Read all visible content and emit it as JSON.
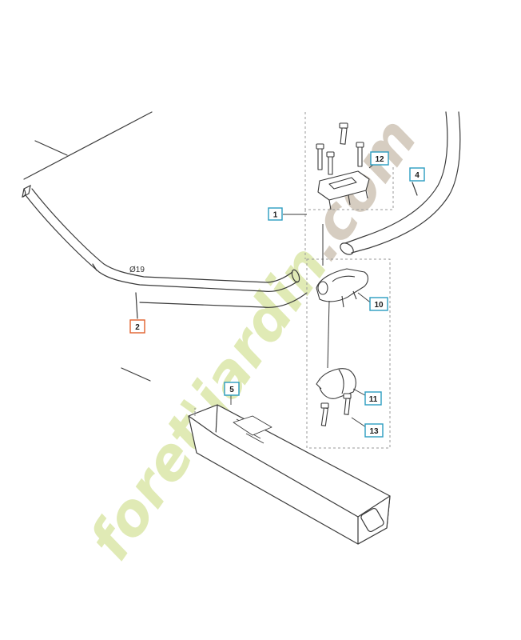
{
  "callouts": [
    {
      "id": "1",
      "label": "1",
      "style": "blue"
    },
    {
      "id": "2",
      "label": "2",
      "style": "red"
    },
    {
      "id": "4",
      "label": "4",
      "style": "blue"
    },
    {
      "id": "5",
      "label": "5",
      "style": "blue"
    },
    {
      "id": "10",
      "label": "10",
      "style": "blue"
    },
    {
      "id": "11",
      "label": "11",
      "style": "blue"
    },
    {
      "id": "12",
      "label": "12",
      "style": "blue"
    },
    {
      "id": "13",
      "label": "13",
      "style": "blue"
    }
  ],
  "dimension_label": "Ø19",
  "watermark": {
    "part_main": "foret",
    "part_apostrophe": "'",
    "part_second": "jardin",
    "part_suffix": ".com",
    "main_color": "#dbe6a8",
    "suffix_color": "#cfc4b6"
  },
  "colors": {
    "line": "#3a3a3a",
    "box_blue": "#2a9cc0",
    "box_red": "#e0602e",
    "dashed": "#9a9a9a"
  }
}
